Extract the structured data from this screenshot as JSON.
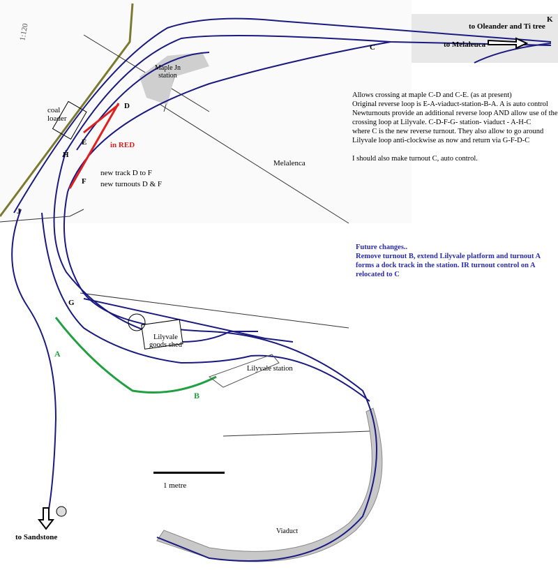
{
  "labels": {
    "K": "K",
    "C": "C",
    "D": "D",
    "E": "E",
    "F": "F",
    "H": "H",
    "J": "J",
    "G": "G",
    "A": "A",
    "B": "B",
    "to_oleander": "to Oleander and Ti tree",
    "to_melaleuca": "to Melaleuca",
    "maple_jn": "Maple Jn\nstation",
    "coal_loader": "coal\nloader",
    "melaleuca": "Melalenca",
    "in_red": "in RED",
    "new_track": "new track D to F",
    "new_turnouts": "new turnouts D & F",
    "lilyvale_goods": "Lilyvale\ngoods shed",
    "lilyvale_station": "Lilyvale station",
    "one_metre": "1 metre",
    "viaduct": "Viaduct",
    "to_sandstone": "to Sandstone",
    "scale_note": "1:120"
  },
  "notes": [
    "Allows crossing at maple C-D and C-E.  (as at present)",
    "Original reverse loop   is   E-A-viaduct-station-B-A. A is auto control",
    "Newturnouts provide an additional reverse loop AND allow use of the",
    "crossing loop at Lilyvale. C-D-F-G- station- viaduct - A-H-C",
    "where C is the new reverse turnout.  They also allow to go around",
    "Lilyvale loop anti-clockwise as now and return via G-F-D-C",
    "",
    "I should also make turnout C, auto control."
  ],
  "future": [
    "Future changes..",
    "Remove turnout B, extend Lilyvale platform and turnout A",
    "forms a dock track in the station.  IR turnout control on A",
    "relocated to C"
  ],
  "colors": {
    "track": "#1a1a80",
    "new": "#e02020",
    "green": "#20a040",
    "future": "#2b2bb0",
    "viaduct": "#c8c8c8"
  }
}
